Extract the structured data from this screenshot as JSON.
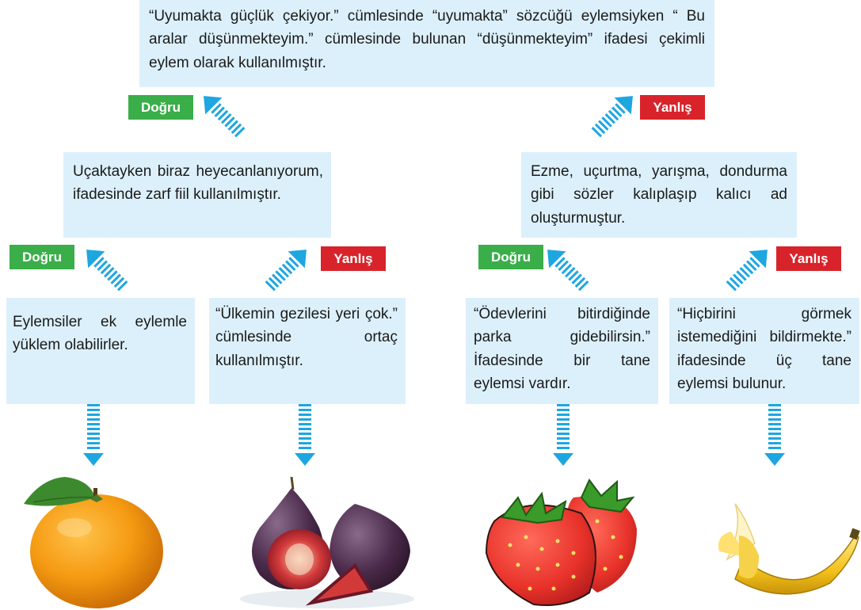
{
  "top_box": {
    "text": "“Uyumakta güçlük çekiyor.” cümlesinde “uyumakta” sözcüğü eylemsiyken “ Bu aralar düşünmekteyim.” cümlesinde bulunan “düşünmekteyim” ifadesi çekimli eylem olarak kullanılmıştır."
  },
  "left_box": {
    "text": "Uçaktayken biraz heyecanlanıyorum, ifadesinde zarf fiil kullanılmıştır."
  },
  "right_box": {
    "text": "Ezme, uçurtma, yarışma, dondurma gibi sözler kalıplaşıp kalıcı ad oluşturmuştur."
  },
  "leaf_boxes": [
    {
      "text": "Eylemsiler ek eylemle yüklem olabilirler."
    },
    {
      "text": "“Ülkemin gezilesi yeri çok.” cümlesinde ortaç kullanılmıştır."
    },
    {
      "text": "“Ödevlerini bitirdiğinde parka gidebilirsin.” İfadesinde bir tane eylemsi vardır."
    },
    {
      "text": "“Hiçbirini görmek istemediğini bildirmekte.” ifadesinde üç tane eylemsi bulunur."
    }
  ],
  "labels": {
    "true": "Doğru",
    "false": "Yanlış"
  },
  "colors": {
    "box": "#dcf0fb",
    "arrow": "#1ea6e0",
    "true": "#3aae49",
    "false": "#d8232a"
  },
  "fruits": [
    "orange-image",
    "fig-image",
    "strawberry-image",
    "banana-image"
  ]
}
